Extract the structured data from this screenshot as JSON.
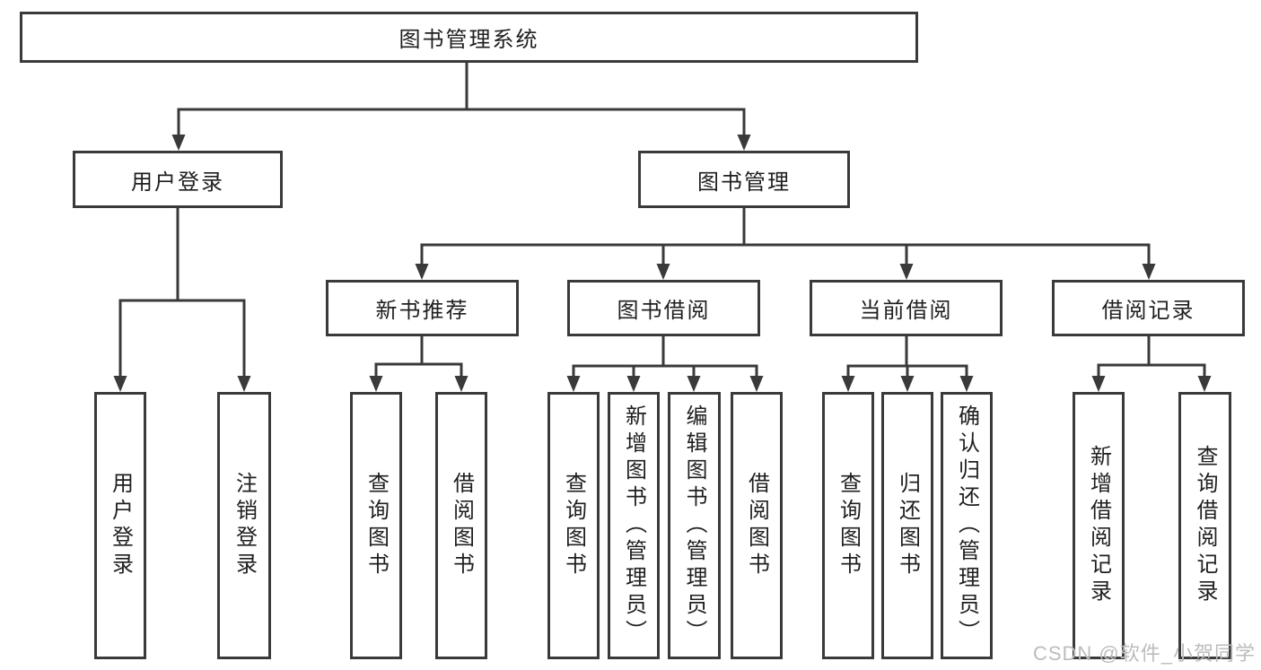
{
  "tree": {
    "label": "图书管理系统",
    "children": [
      {
        "label": "用户登录",
        "children": [
          {
            "label": "用户登录"
          },
          {
            "label": "注销登录"
          }
        ]
      },
      {
        "label": "图书管理",
        "children": [
          {
            "label": "新书推荐",
            "children": [
              {
                "label": "查询图书"
              },
              {
                "label": "借阅图书"
              }
            ]
          },
          {
            "label": "图书借阅",
            "children": [
              {
                "label": "查询图书"
              },
              {
                "label": "新增图书（管理员）"
              },
              {
                "label": "编辑图书（管理员）"
              },
              {
                "label": "借阅图书"
              }
            ]
          },
          {
            "label": "当前借阅",
            "children": [
              {
                "label": "查询图书"
              },
              {
                "label": "归还图书"
              },
              {
                "label": "确认归还（管理员）"
              }
            ]
          },
          {
            "label": "借阅记录",
            "children": [
              {
                "label": "新增借阅记录"
              },
              {
                "label": "查询借阅记录"
              }
            ]
          }
        ]
      }
    ]
  },
  "watermark": {
    "text": "CSDN @软件_小贺同学"
  },
  "colors": {
    "line": "#3a3a3a",
    "text": "#1f1f1f",
    "watermark": "#bcbcbc",
    "background": "#ffffff"
  }
}
